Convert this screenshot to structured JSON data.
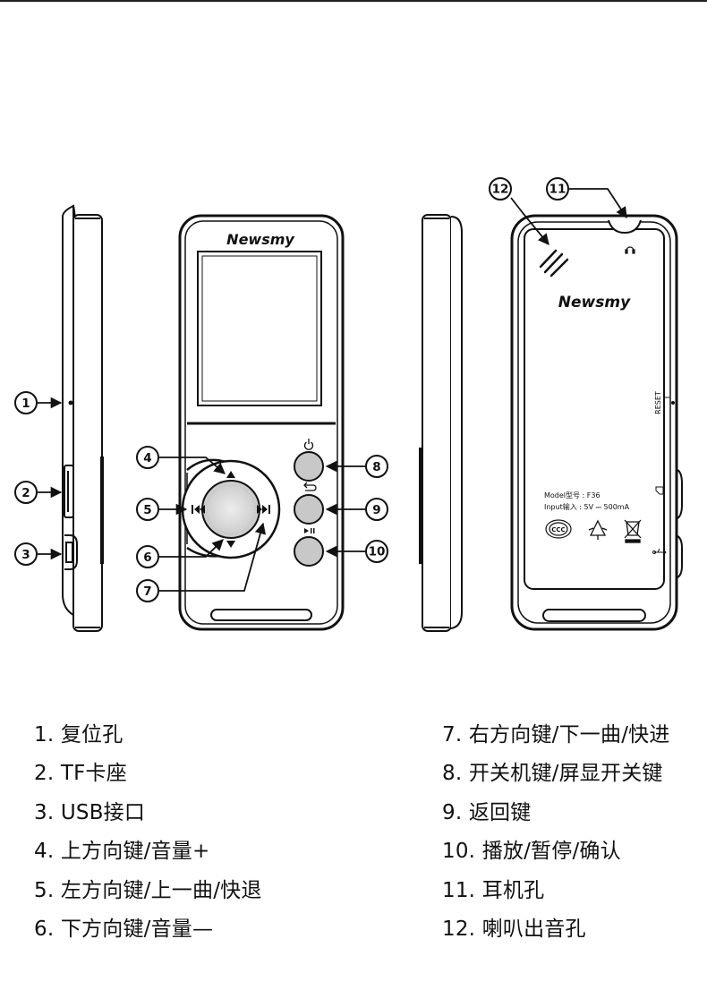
{
  "brand": "Newsmy",
  "back_label": {
    "model_line": "Model型号 : F36",
    "input_line": "Input输入 : 5V ⎓ 500mA",
    "reset": "RESET"
  },
  "callouts": [
    "1",
    "2",
    "3",
    "4",
    "5",
    "6",
    "7",
    "8",
    "9",
    "10",
    "11",
    "12"
  ],
  "legend_left": [
    "1. 复位孔",
    "2. TF卡座",
    "3. USB接口",
    "4. 上方向键/音量+",
    "5. 左方向键/上一曲/快退",
    "6. 下方向键/音量—"
  ],
  "legend_right": [
    "7. 右方向键/下一曲/快进",
    "8. 开关机键/屏显开关键",
    "9. 返回键",
    "10. 播放/暂停/确认",
    "11. 耳机孔",
    "12. 喇叭出音孔"
  ],
  "icons": [
    "power-icon",
    "return-icon",
    "play-pause-icon",
    "headphone-icon",
    "usb-icon",
    "tf-card-icon",
    "ccc-mark-icon",
    "recycle-icon",
    "weee-bin-icon"
  ]
}
